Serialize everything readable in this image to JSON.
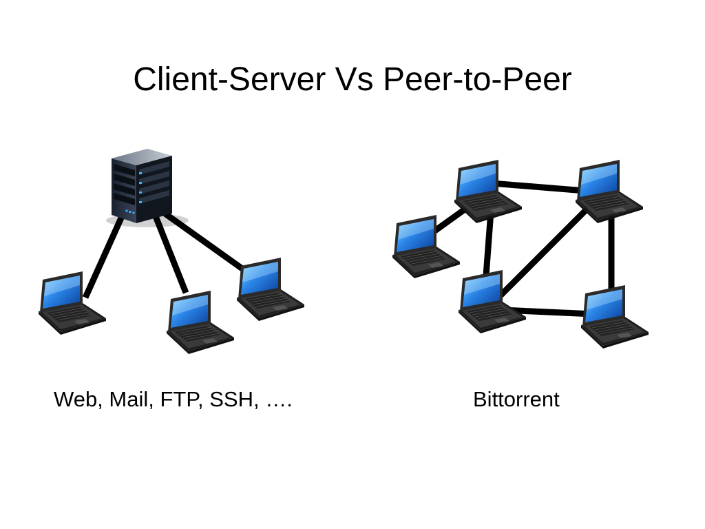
{
  "slide": {
    "title": "Client-Server Vs Peer-to-Peer"
  },
  "captions": {
    "left": "Web, Mail, FTP, SSH, ….",
    "right": "Bittorrent"
  },
  "colors": {
    "link": "#000000",
    "screen": "#1e73d6",
    "screen_glow": "#6fc4ff",
    "laptop_body": "#2a2a2a",
    "server_body": "#1c2430",
    "server_light": "#39b5ff"
  },
  "icons": {
    "server": "server-icon",
    "laptop": "laptop-icon"
  }
}
